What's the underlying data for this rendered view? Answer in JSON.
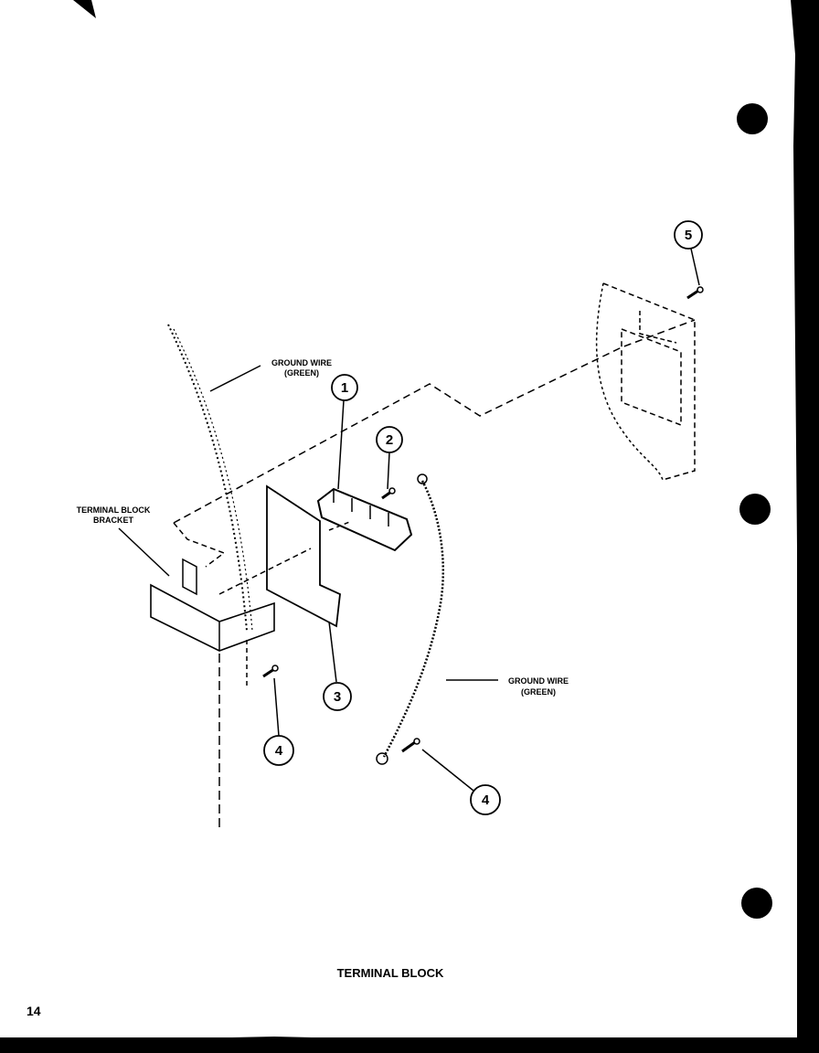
{
  "diagram": {
    "title": "TERMINAL BLOCK",
    "page_number": "14",
    "labels": {
      "ground_wire_top_1": "GROUND WIRE",
      "ground_wire_top_2": "(GREEN)",
      "bracket_1": "TERMINAL BLOCK",
      "bracket_2": "BRACKET",
      "ground_wire_bottom_1": "GROUND WIRE",
      "ground_wire_bottom_2": "(GREEN)"
    },
    "callouts": [
      "1",
      "2",
      "3",
      "4",
      "4",
      "5"
    ]
  }
}
